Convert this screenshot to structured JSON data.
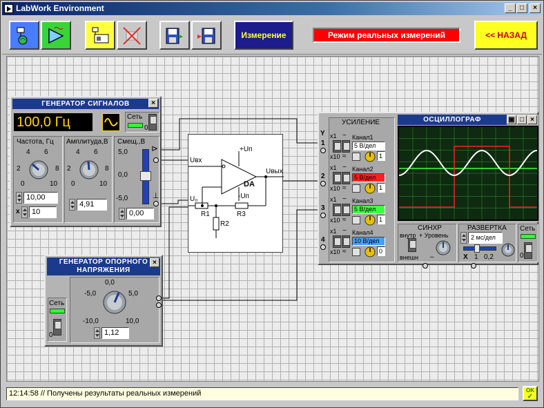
{
  "window": {
    "title": "LabWork Environment",
    "minimize": "_",
    "maximize": "□",
    "close": "×"
  },
  "toolbar": {
    "icons": [
      "circuit-icon",
      "amplifier-icon",
      "scheme-icon",
      "disabled-icon",
      "save-icon",
      "load-icon"
    ],
    "measure_label": "Измерение",
    "mode_text": "Режим реальных измерений",
    "back_label": "<< НАЗАД"
  },
  "siggen": {
    "title": "ГЕНЕРАТОР СИГНАЛОВ",
    "close": "×",
    "frequency_display": "100,0 Гц",
    "power_label": "Сеть",
    "power_zero": "0",
    "freq_label": "Частота, Гц",
    "freq_scale": [
      "4",
      "6",
      "2",
      "8",
      "0",
      "10"
    ],
    "freq_value": "10,00",
    "freq_mult_symbol": "x",
    "freq_multiplier": "10",
    "amp_label": "Амплитуда,В",
    "amp_scale": [
      "4",
      "6",
      "2",
      "8",
      "0",
      "10"
    ],
    "amp_value": "4,91",
    "offset_label": "Смещ.,В",
    "offset_scale": [
      "5,0",
      "0,0",
      "-5,0"
    ],
    "offset_value": "0,00"
  },
  "refgen": {
    "title_line1": "ГЕНЕРАТОР ОПОРНОГО",
    "title_line2": "НАПРЯЖЕНИЯ",
    "close": "×",
    "power_label": "Сеть",
    "power_zero": "0",
    "scale": [
      "0,0",
      "-5,0",
      "5,0",
      "-10,0",
      "10,0"
    ],
    "value": "1,12"
  },
  "circuit": {
    "u_in": "Uвх",
    "u_plus": "+Uп",
    "u_minus": "-Uп",
    "u_out": "Uвых",
    "u_zero": "U₀",
    "da": "DA",
    "r1": "R1",
    "r2": "R2",
    "r3": "R3"
  },
  "scope": {
    "title": "ОСЦИЛЛОГРАФ",
    "gain_title": "УСИЛЕНИЕ",
    "y_label": "Y",
    "inputs": [
      "1",
      "2",
      "3",
      "4"
    ],
    "channels": [
      {
        "name": "Канал1",
        "value": "5 В/дел",
        "color": "#ffffff",
        "mult": "1",
        "x1": "x1",
        "x10": "x10"
      },
      {
        "name": "Канал2",
        "value": "5 В/дел",
        "color": "#ff2020",
        "mult": "1",
        "x1": "x1",
        "x10": "x10"
      },
      {
        "name": "Канал3",
        "value": "5 В/дел",
        "color": "#40ff40",
        "mult": "1",
        "x1": "x1",
        "x10": "x10"
      },
      {
        "name": "Канал4",
        "value": "10 В/дел",
        "color": "#40a0ff",
        "mult": "0",
        "x1": "x1",
        "x10": "x10"
      }
    ],
    "sync_title": "СИНХР",
    "sync_internal": "внутр",
    "sync_level": "+ Уровень",
    "sync_external": "внешн",
    "sync_minus": "–",
    "sweep_title": "РАЗВЕРТКА",
    "sweep_value": "2 мс/дел",
    "sweep_x": "X",
    "sweep_1": "1",
    "sweep_02": "0,2",
    "power_label": "Сеть",
    "power_zero": "0"
  },
  "status": {
    "text": "12:14:58 // Получены результаты реальных измерений",
    "ok_label": "OK"
  }
}
